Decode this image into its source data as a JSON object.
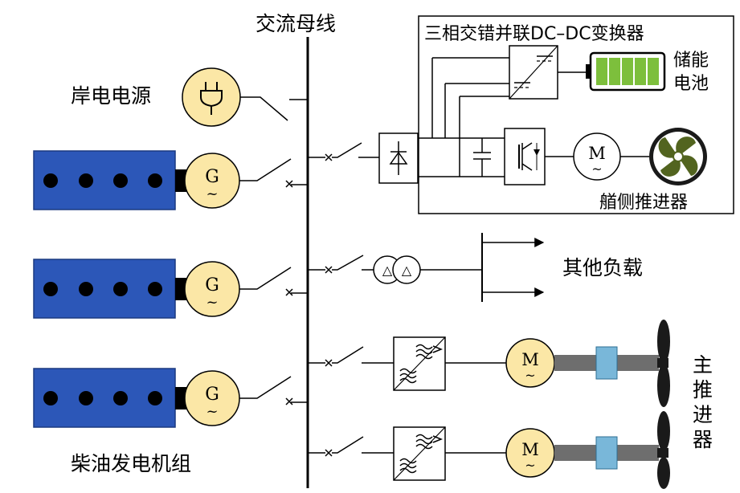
{
  "labels": {
    "ac_bus": "交流母线",
    "shore_power": "岸电电源",
    "converter_box_title": "三相交错并联DC–DC变换器",
    "battery_line1": "储能",
    "battery_line2": "电池",
    "bow_thruster": "艏侧推进器",
    "other_loads": "其他负载",
    "main_prop_1": "主",
    "main_prop_2": "推",
    "main_prop_3": "进",
    "main_prop_4": "器",
    "diesel_group": "柴油发电机组"
  },
  "symbols": {
    "generator": "G",
    "motor": "M",
    "tilde": "~",
    "transformer": "△"
  },
  "colors": {
    "engine_blue": "#2c57b8",
    "machine_yellow": "#fbe7a6",
    "battery_green": "#7dbf3c",
    "shaft_gray": "#6e6e6e",
    "coupling_blue": "#79b7d9"
  },
  "icons": [
    "plug-icon",
    "propeller-fan-icon",
    "rectifier-icon",
    "inverter-icon",
    "vfd-icon"
  ]
}
